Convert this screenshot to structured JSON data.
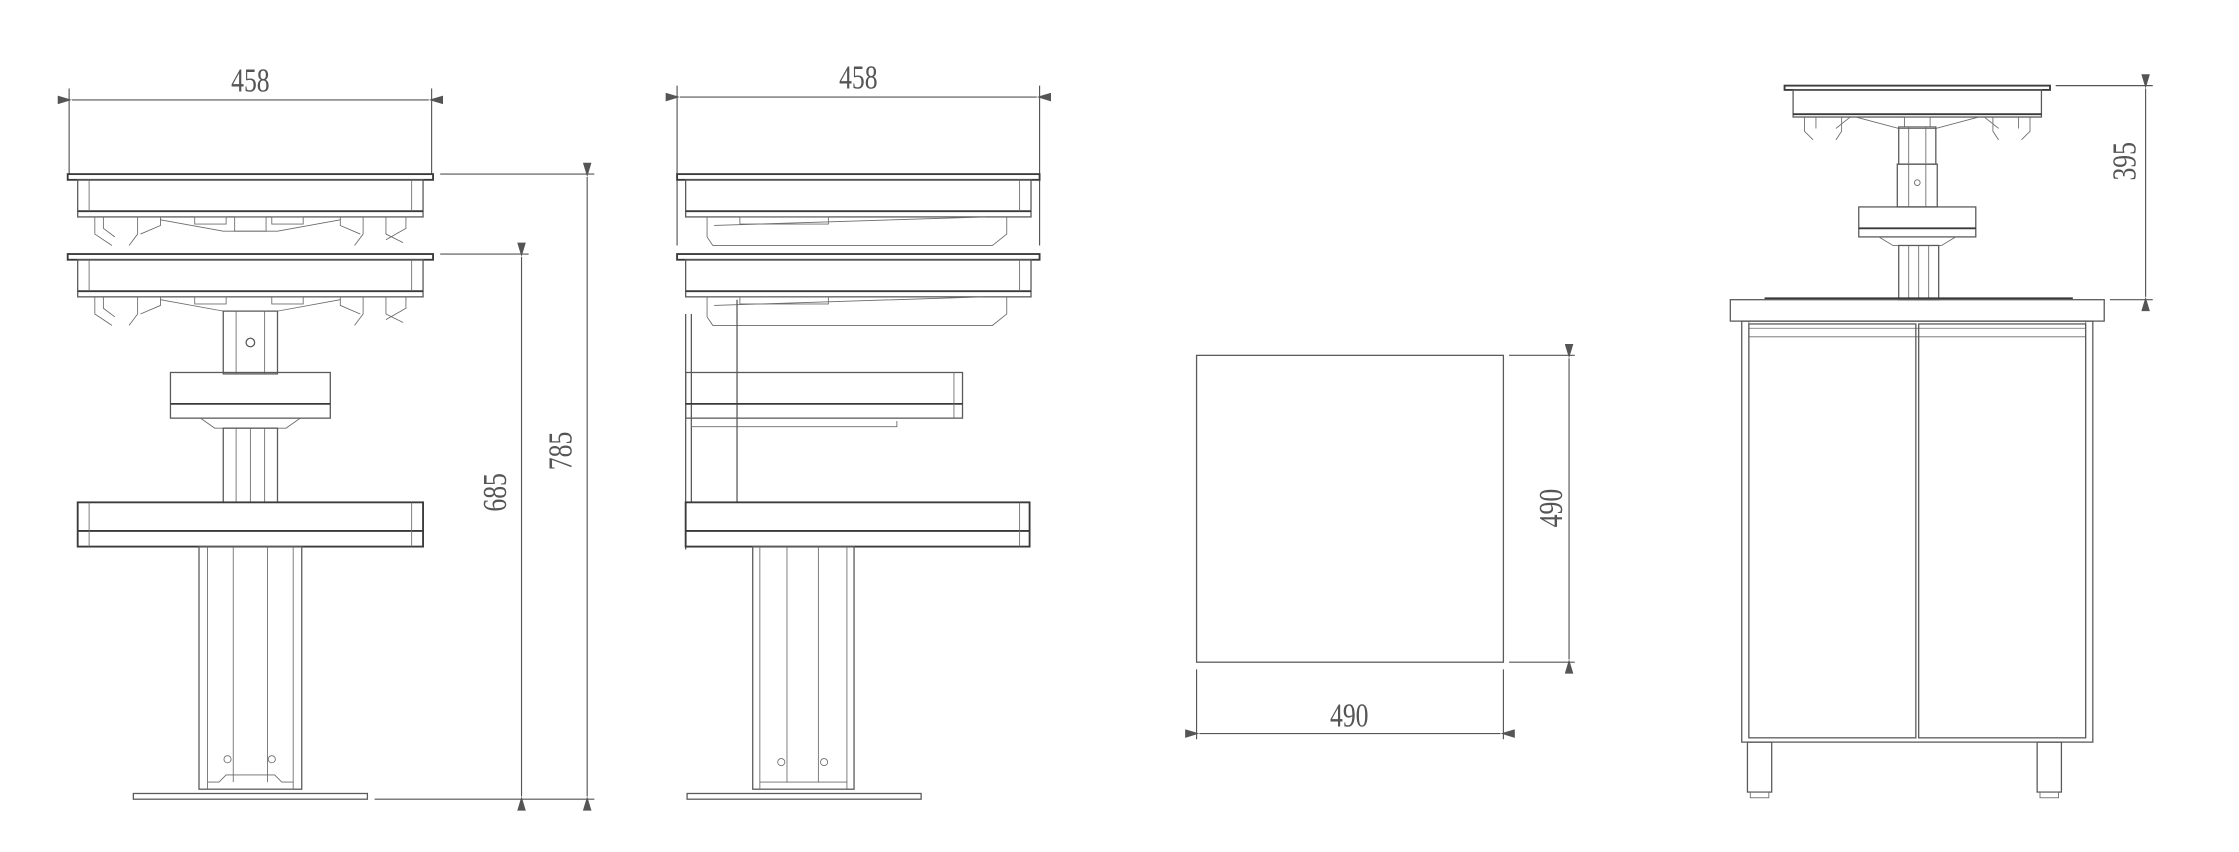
{
  "drawing": {
    "views": [
      {
        "name": "front-view",
        "dimensions": {
          "width": "458",
          "lower_height": "685",
          "total_height": "785"
        }
      },
      {
        "name": "side-view",
        "dimensions": {
          "width": "458"
        }
      },
      {
        "name": "top-view",
        "dimensions": {
          "depth": "490",
          "width": "490"
        }
      },
      {
        "name": "cabinet-view",
        "dimensions": {
          "raised_height": "395"
        }
      }
    ],
    "line_color": "#555555",
    "background": "#ffffff"
  }
}
